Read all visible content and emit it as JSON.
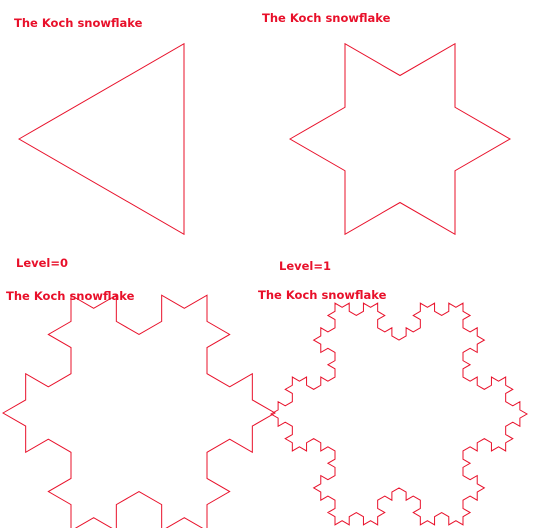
{
  "window": {
    "title": "The Koch snowflake"
  },
  "colors": {
    "stroke": "#e8102a",
    "text": "#e8102a",
    "background": "#ffffff"
  },
  "panels": [
    {
      "title": "The Koch snowflake",
      "level_label": "Level=0",
      "level": 0
    },
    {
      "title": "The Koch snowflake",
      "level_label": "Level=1",
      "level": 1
    },
    {
      "title": "The Koch snowflake",
      "level_label": "",
      "level": 2
    },
    {
      "title": "The Koch snowflake",
      "level_label": "",
      "level": 3
    }
  ]
}
